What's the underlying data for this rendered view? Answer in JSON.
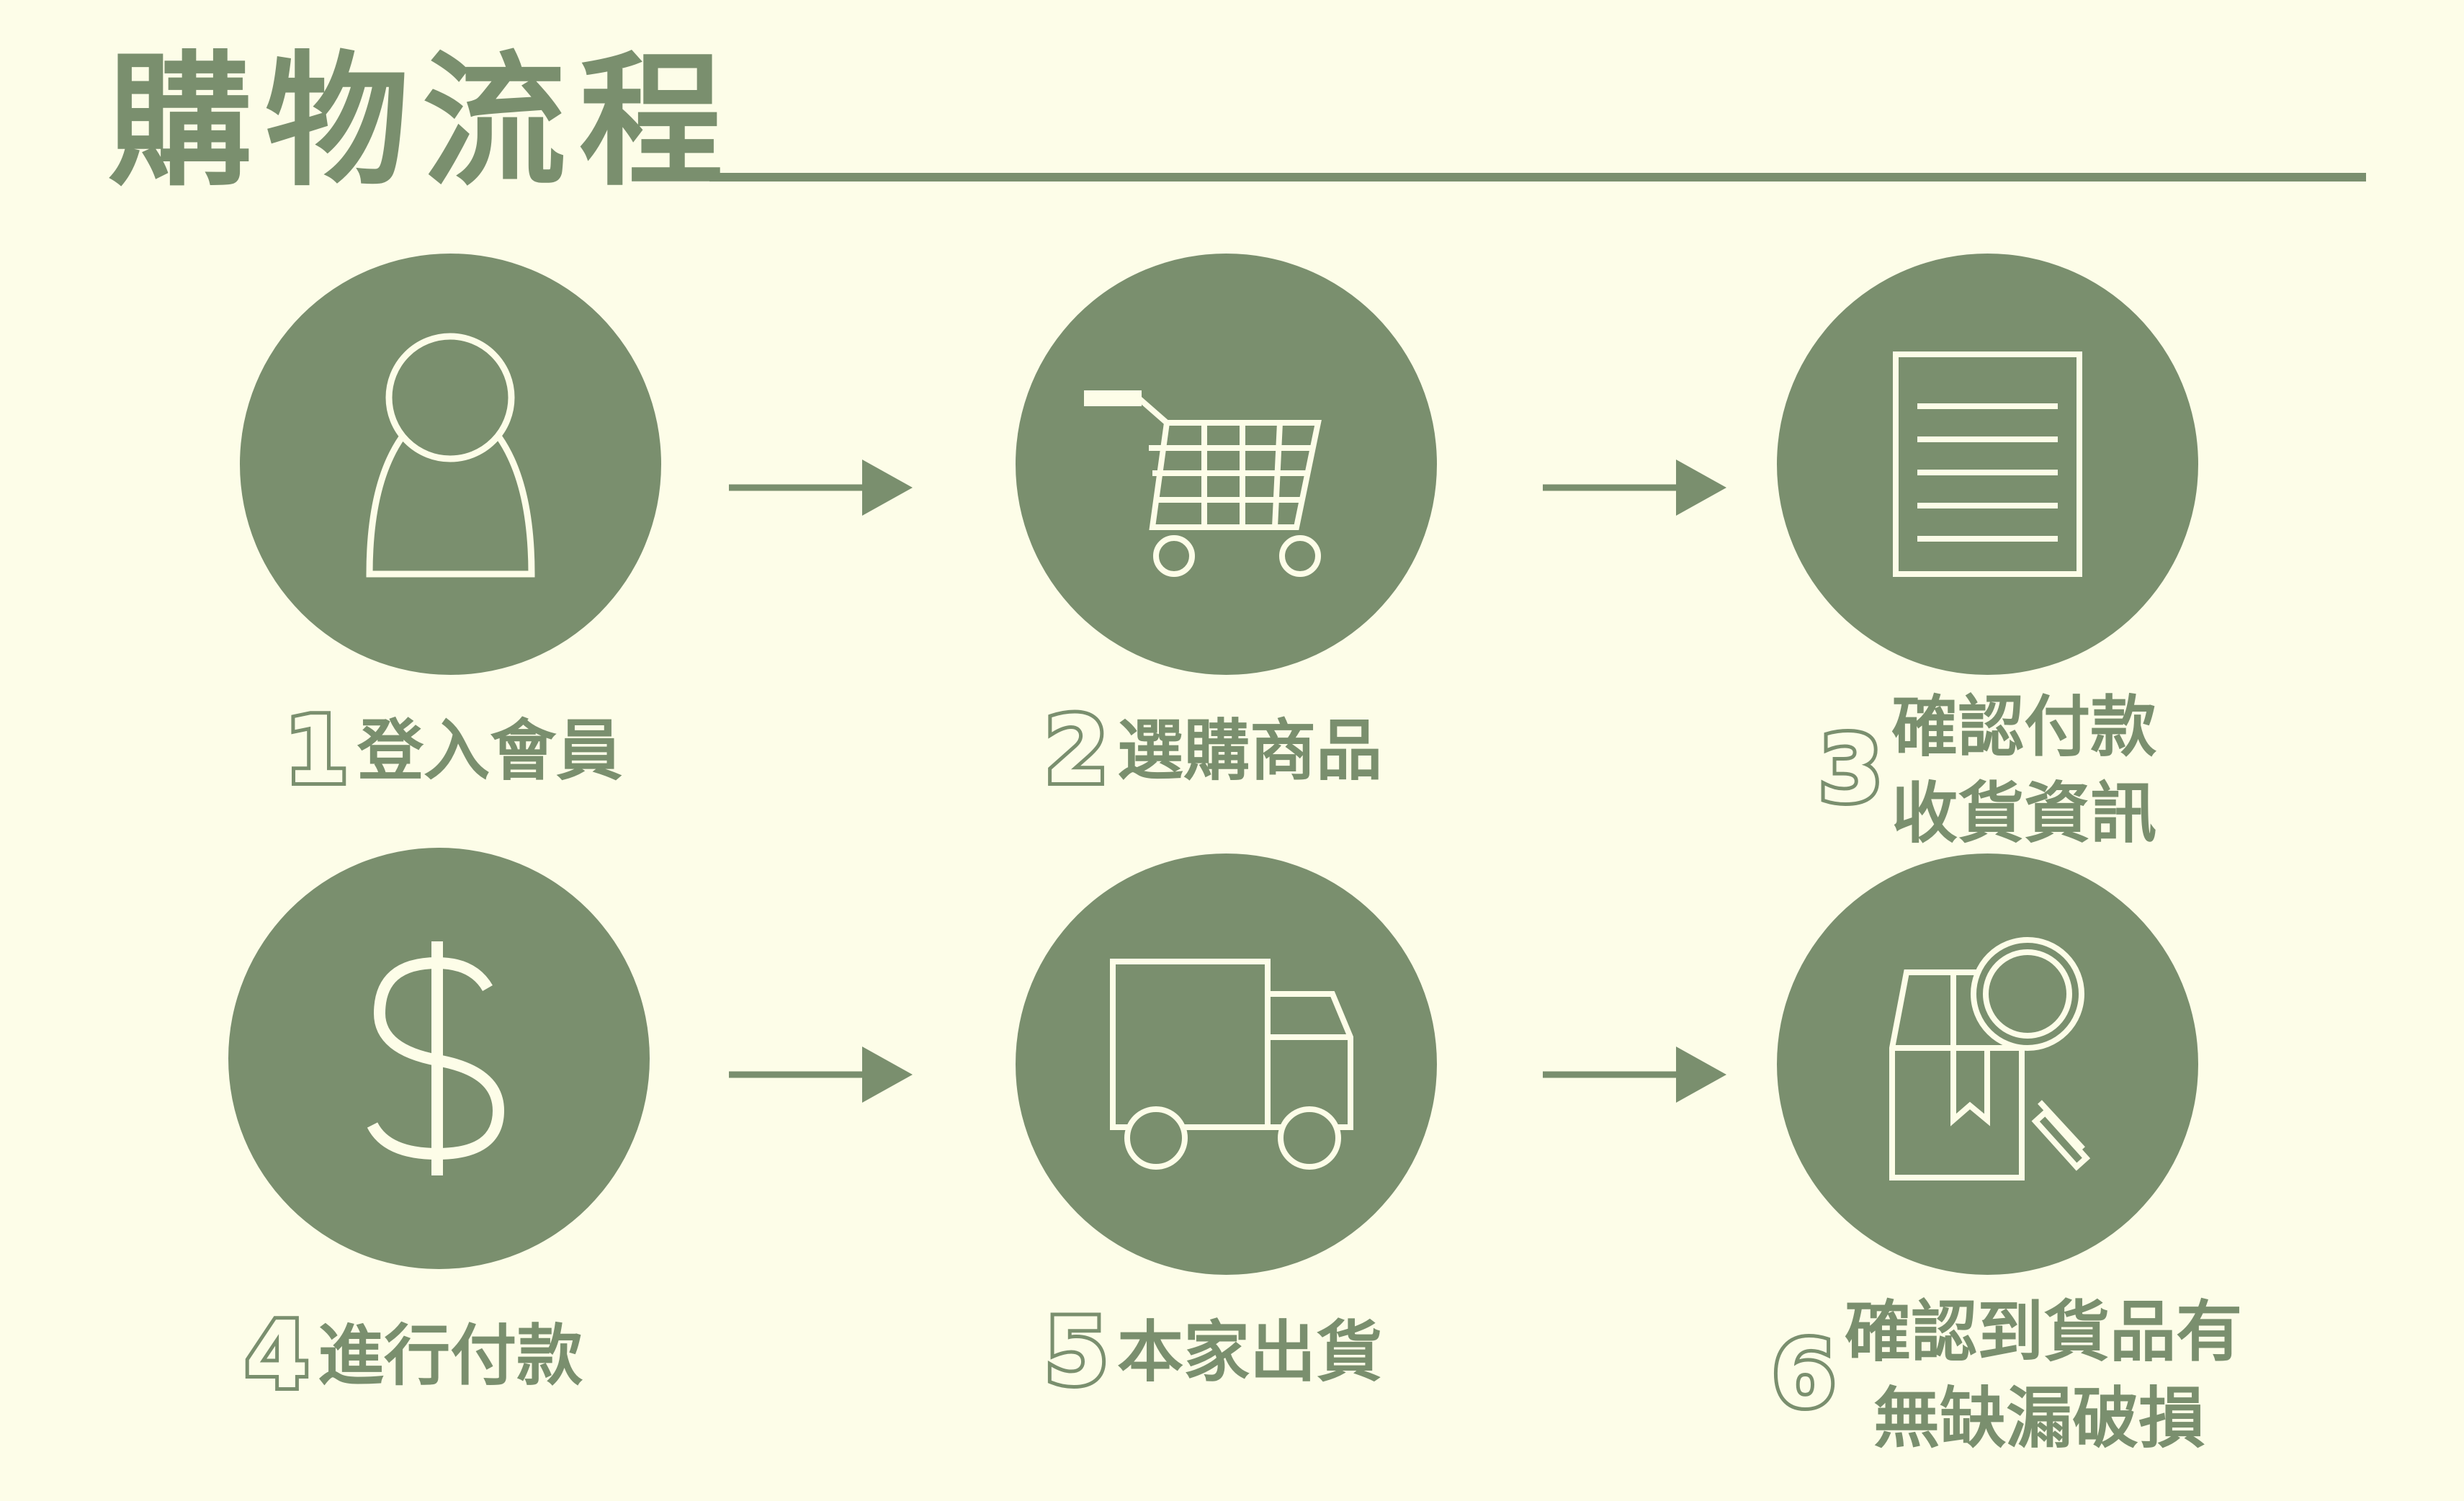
{
  "title": "購物流程",
  "colors": {
    "primary": "#7a8f6e",
    "background": "#fdfde8",
    "icon_stroke": "#fdfde8"
  },
  "steps": [
    {
      "number": "1",
      "lines": [
        "登入會員"
      ],
      "icon": "user-icon"
    },
    {
      "number": "2",
      "lines": [
        "選購商品"
      ],
      "icon": "shopping-cart-icon"
    },
    {
      "number": "3",
      "lines": [
        "確認付款",
        "收貨資訊"
      ],
      "icon": "document-icon"
    },
    {
      "number": "4",
      "lines": [
        "進行付款"
      ],
      "icon": "dollar-icon"
    },
    {
      "number": "5",
      "lines": [
        "本家出貨"
      ],
      "icon": "truck-icon"
    },
    {
      "number": "6",
      "lines": [
        "確認到貨品有",
        "無缺漏破損"
      ],
      "icon": "package-inspect-icon"
    }
  ]
}
